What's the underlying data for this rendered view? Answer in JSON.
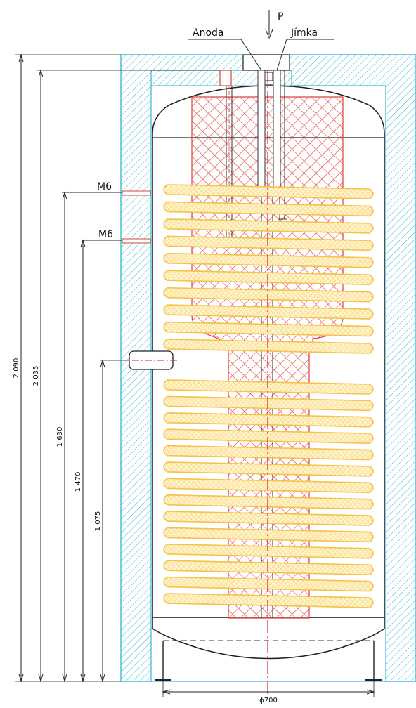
{
  "labels": {
    "pressure": "P",
    "anode": "Anoda",
    "sleeve": "Jímka",
    "port_upper": "M6",
    "port_lower": "M6"
  },
  "dimensions": {
    "total_height": "2 090",
    "upper_outlet_height": "2 035",
    "upper_port_height": "1 630",
    "lower_port_height": "1 470",
    "inlet_height": "1 075",
    "diameter": "ϕ700"
  },
  "colors": {
    "insulation": "#3ab7d6",
    "coil": "#f5c24a",
    "coil_fill": "#fde9a8",
    "core": "#e0413a",
    "axis": "#d22222",
    "outline": "#222222"
  },
  "coil_groups": {
    "upper_turns": 10,
    "lower_turns": 14
  }
}
